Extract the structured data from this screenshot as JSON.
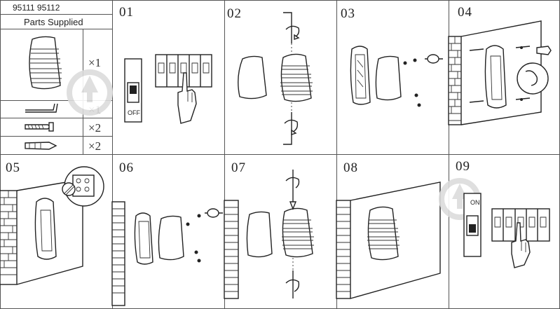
{
  "parts_table": {
    "model_numbers": "95111 95112",
    "title": "Parts Supplied",
    "items": [
      {
        "name": "lamp",
        "qty": "×1"
      },
      {
        "name": "allen-key",
        "qty": "×1"
      },
      {
        "name": "screw",
        "qty": "×2"
      },
      {
        "name": "wall-plug",
        "qty": "×2"
      }
    ]
  },
  "steps": [
    {
      "number": "01",
      "switch_label": "OFF"
    },
    {
      "number": "02"
    },
    {
      "number": "03"
    },
    {
      "number": "04"
    },
    {
      "number": "05"
    },
    {
      "number": "06"
    },
    {
      "number": "07"
    },
    {
      "number": "08"
    },
    {
      "number": "09",
      "switch_label": "ON"
    }
  ],
  "colors": {
    "line": "#222222",
    "grid": "#555555",
    "watermark": "#dcdcdc"
  }
}
